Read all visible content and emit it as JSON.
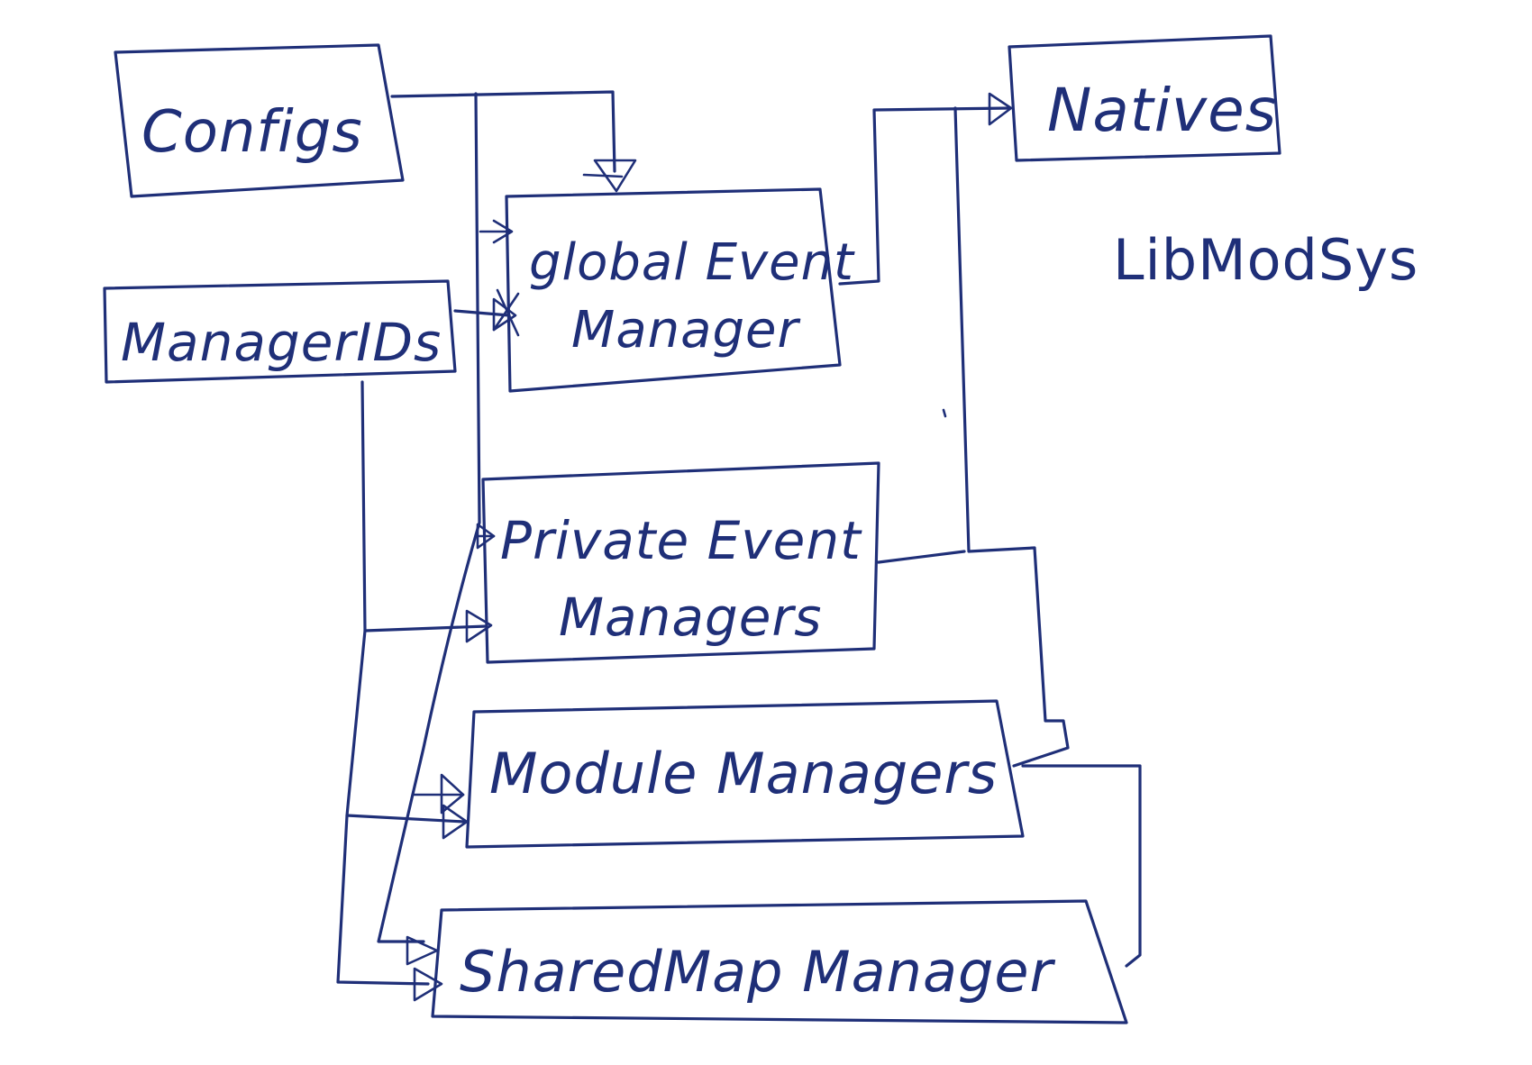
{
  "title": "LibModSys",
  "boxes": {
    "configs": "Configs",
    "manager_ids": "ManagerIDs",
    "global_event_manager_line1": "global Event",
    "global_event_manager_line2": "Manager",
    "natives": "Natives",
    "private_event_managers_line1": "Private Event",
    "private_event_managers_line2": "Managers",
    "module_managers": "Module Managers",
    "shared_map_manager": "SharedMap Manager"
  },
  "ink_color": "#1f2f78"
}
